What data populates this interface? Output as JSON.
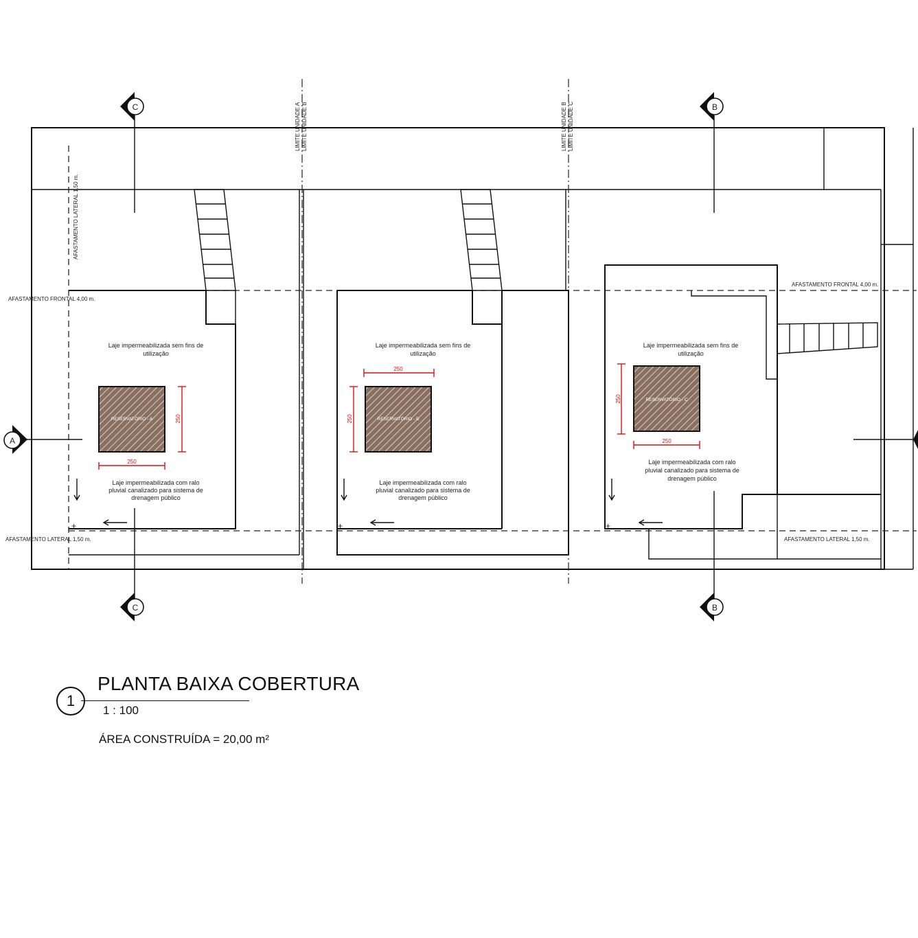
{
  "section_markers": {
    "a": "A",
    "b": "B",
    "c": "C"
  },
  "unit_limits": {
    "ab": [
      "LIMITE UNIDADE A",
      "LIMITE UNIDADE B"
    ],
    "bc": [
      "LIMITE UNIDADE B",
      "LIMITE UNIDADE C"
    ]
  },
  "setbacks": {
    "frontal_left": "AFASTAMENTO FRONTAL 4,00 m.",
    "frontal_right": "AFASTAMENTO FRONTAL 4,00 m.",
    "lateral_left": "AFASTAMENTO LATERAL 1,50 m.",
    "lateral_right": "AFASTAMENTO LATERAL 1,50 m.",
    "lateral_vertical": "AFASTAMENTO LATERAL 1,50 m."
  },
  "units": [
    {
      "slab_note": [
        "Laje impermeabilizada sem fins de",
        "utilização"
      ],
      "drain_note": [
        "Laje impermeabilizada com ralo",
        "pluvial canalizado para sistema de",
        "drenagem público"
      ],
      "reservoir": "RESERVATÓRIO - A",
      "dim_h": "250",
      "dim_v": "250"
    },
    {
      "slab_note": [
        "Laje impermeabilizada sem fins de",
        "utilização"
      ],
      "drain_note": [
        "Laje impermeabilizada com ralo",
        "pluvial canalizado para sistema de",
        "drenagem público"
      ],
      "reservoir": "RESERVATÓRIO - B",
      "dim_h": "250",
      "dim_v": "250"
    },
    {
      "slab_note": [
        "Laje impermeabilizada sem fins de",
        "utilização"
      ],
      "drain_note": [
        "Laje impermeabilizada com ralo",
        "pluvial canalizado para sistema de",
        "drenagem público"
      ],
      "reservoir": "RESERVATÓRIO - C",
      "dim_h": "250",
      "dim_v": "250"
    }
  ],
  "title": {
    "number": "1",
    "name": "PLANTA BAIXA COBERTURA",
    "scale": "1 : 100",
    "area": "ÁREA CONSTRUÍDA = 20,00 m²"
  },
  "colors": {
    "line": "#111111",
    "dimension": "#dd1111",
    "reservoir_fill": "#8a7060"
  }
}
